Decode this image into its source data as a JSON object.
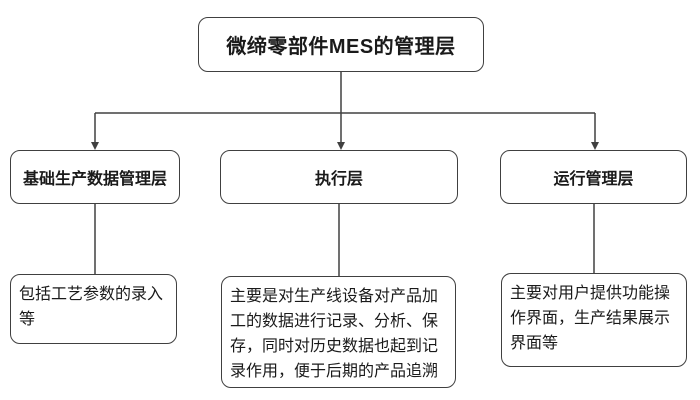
{
  "diagram": {
    "title_node": {
      "label": "微缔零部件MES的管理层"
    },
    "branches": [
      {
        "label": "基础生产数据管理层",
        "description": "包括工艺参数的录入等"
      },
      {
        "label": "执行层",
        "description": "主要是对生产线设备对产品加工的数据进行记录、分析、保存，同时对历史数据也起到记录作用，便于后期的产品追溯"
      },
      {
        "label": "运行管理层",
        "description": "主要对用户提供功能操作界面，生产结果展示界面等"
      }
    ],
    "colors": {
      "background": "#ffffff",
      "box_border": "#404040",
      "connector_line": "#404040",
      "text": "#1a1a1a"
    }
  }
}
